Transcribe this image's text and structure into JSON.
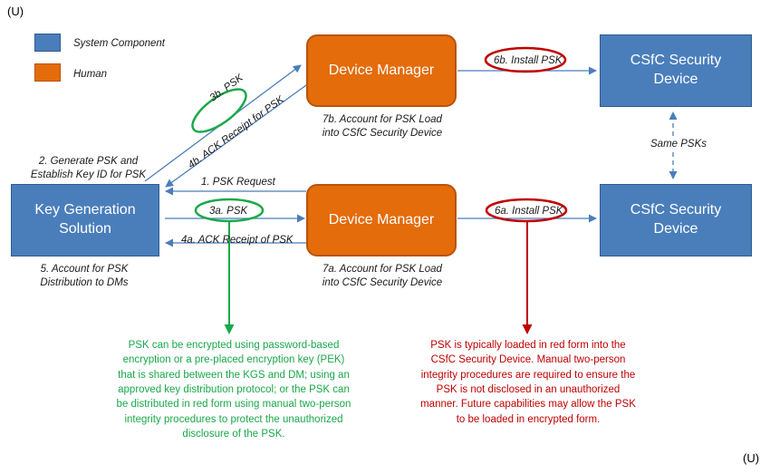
{
  "classification": {
    "top": "(U)",
    "bottom": "(U)"
  },
  "legend": [
    {
      "label": "System Component",
      "color": "#4a7ebb"
    },
    {
      "label": "Human",
      "color": "#e46c0a"
    }
  ],
  "nodes": {
    "kgs": "Key Generation Solution",
    "dm_top": "Device Manager",
    "dm_bottom": "Device Manager",
    "csfc_top": "CSfC Security Device",
    "csfc_bottom": "CSfC Security Device"
  },
  "edges": {
    "e1": "1. PSK Request",
    "e2": "2. Generate PSK and Establish Key ID for PSK",
    "e3a": "3a. PSK",
    "e3b": "3b. PSK",
    "e4a": "4a. ACK Receipt of PSK",
    "e4b": "4b. ACK Receipt for PSK",
    "e5": "5. Account for PSK Distribution to DMs",
    "e6a": "6a. Install PSK",
    "e6b": "6b. Install PSK",
    "e7a": "7a. Account for PSK Load into CSfC Security Device",
    "e7b": "7b. Account for PSK Load into CSfC Security Device",
    "same": "Same PSKs"
  },
  "notes": {
    "green": "PSK can be encrypted using password-based encryption or a pre-placed encryption key (PEK) that is shared between the KGS and DM; using an approved key distribution protocol; or the PSK can be distributed in red form using manual two-person integrity procedures to protect the unauthorized disclosure of the PSK.",
    "red": "PSK is typically loaded in red form into the CSfC Security Device.  Manual two-person integrity procedures are required to ensure the PSK is not disclosed in an unauthorized manner.  Future capabilities may allow the PSK to be loaded in encrypted form."
  },
  "colors": {
    "blue": "#4a7ebb",
    "orange": "#e46c0a",
    "green": "#1aa84a",
    "red": "#c00000",
    "arrow": "#4a7ebb"
  }
}
